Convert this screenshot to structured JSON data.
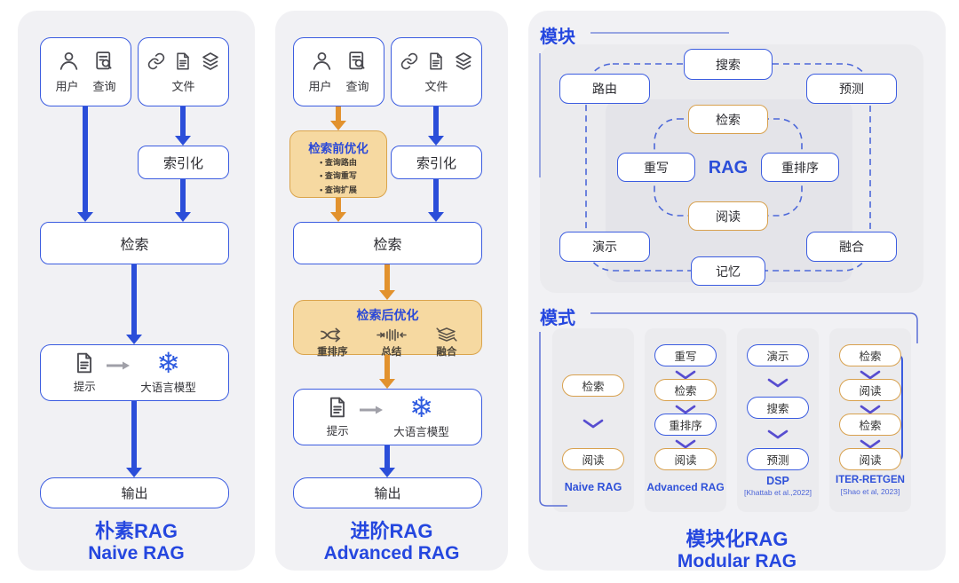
{
  "naive": {
    "user": "用户",
    "query": "查询",
    "files": "文件",
    "indexing": "索引化",
    "retrieval": "检索",
    "prompt": "提示",
    "llm": "大语言模型",
    "output": "输出",
    "title_zh": "朴素RAG",
    "title_en": "Naive RAG"
  },
  "advanced": {
    "user": "用户",
    "query": "查询",
    "files": "文件",
    "indexing": "索引化",
    "retrieval": "检索",
    "pre_title": "检索前优化",
    "pre_items": [
      "查询路由",
      "查询重写",
      "查询扩展"
    ],
    "post_title": "检索后优化",
    "post_rerank": "重排序",
    "post_summary": "总结",
    "post_fusion": "融合",
    "prompt": "提示",
    "llm": "大语言模型",
    "output": "输出",
    "title_zh": "进阶RAG",
    "title_en": "Advanced RAG"
  },
  "modular": {
    "modules_label": "模块",
    "patterns_label": "模式",
    "m_search": "搜索",
    "m_route": "路由",
    "m_predict": "预测",
    "m_retrieve": "检索",
    "m_rewrite": "重写",
    "m_rag": "RAG",
    "m_rerank": "重排序",
    "m_read": "阅读",
    "m_demo": "演示",
    "m_fusion": "融合",
    "m_memory": "记忆",
    "p1": {
      "name": "Naive RAG",
      "s1": "检索",
      "s2": "阅读"
    },
    "p2": {
      "name": "Advanced RAG",
      "s1": "重写",
      "s2": "检索",
      "s3": "重排序",
      "s4": "阅读"
    },
    "p3": {
      "name": "DSP",
      "cite": "[Khattab et al.,2022]",
      "s1": "演示",
      "s2": "搜索",
      "s3": "预测"
    },
    "p4": {
      "name": "ITER-RETGEN",
      "cite": "[Shao et al, 2023]",
      "s1": "检索",
      "s2": "阅读",
      "s3": "检索",
      "s4": "阅读"
    },
    "title_zh": "模块化RAG",
    "title_en": "Modular RAG"
  },
  "colors": {
    "blue": "#2b4ed9",
    "orange": "#e2922e",
    "tan": "#f6d9a1",
    "accent_border": "#3b5ce0",
    "orange_border": "#d8a14e"
  }
}
